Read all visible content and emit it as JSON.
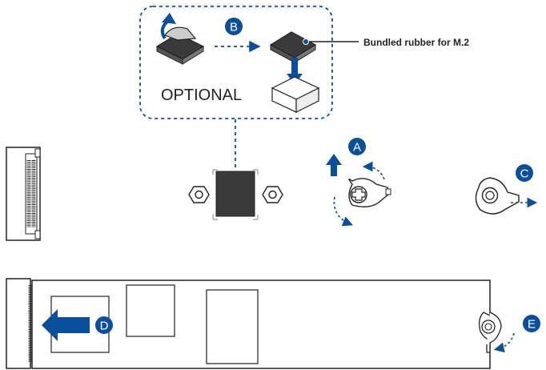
{
  "optional_label": "OPTIONAL",
  "rubber_label": "Bundled rubber for M.2",
  "steps": {
    "a": "A",
    "b": "B",
    "c": "C",
    "d": "D",
    "e": "E"
  },
  "colors": {
    "accent_blue": "#0a4f9c",
    "line": "#222222",
    "dark_fill": "#3a3a3a"
  }
}
